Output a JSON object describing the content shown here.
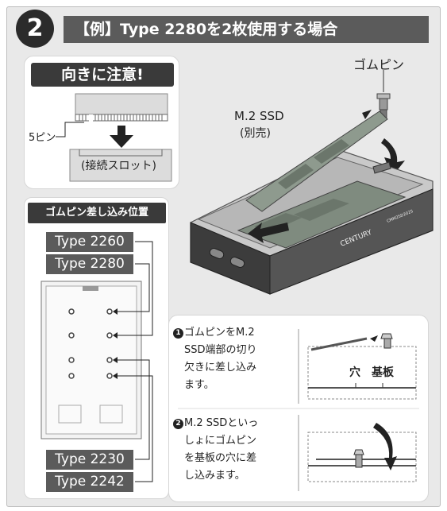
{
  "step": {
    "number": "2",
    "title": "【例】Type 2280を2枚使用する場合"
  },
  "orientation": {
    "heading": "向きに注意!",
    "pin_label": "5ピン",
    "slot_label": "(接続スロット)"
  },
  "rubber_pin_label": "ゴムピン",
  "ssd": {
    "name": "M.2 SSD",
    "note": "(別売)"
  },
  "enclosure": {
    "brand": "CENTURY",
    "model": "CMM2SD202S"
  },
  "pin_positions": {
    "heading": "ゴムピン差し込み位置",
    "types": [
      "Type 2260",
      "Type 2280",
      "Type 2230",
      "Type 2242"
    ]
  },
  "instructions": {
    "step1": {
      "num": "1",
      "lines": [
        "ゴムピンをM.2",
        "SSD端部の切り",
        "欠きに差し込み",
        "ます。"
      ]
    },
    "step2": {
      "num": "2",
      "lines": [
        "M.2 SSDといっ",
        "しょにゴムピン",
        "を基板の穴に差",
        "し込みます。"
      ]
    },
    "hole_label": "穴",
    "board_label": "基板"
  },
  "colors": {
    "dark": "#3a3a3a",
    "mid": "#5b5b5b",
    "ssd_green": "#8e9a8e",
    "panel": "#e9e9e9"
  }
}
